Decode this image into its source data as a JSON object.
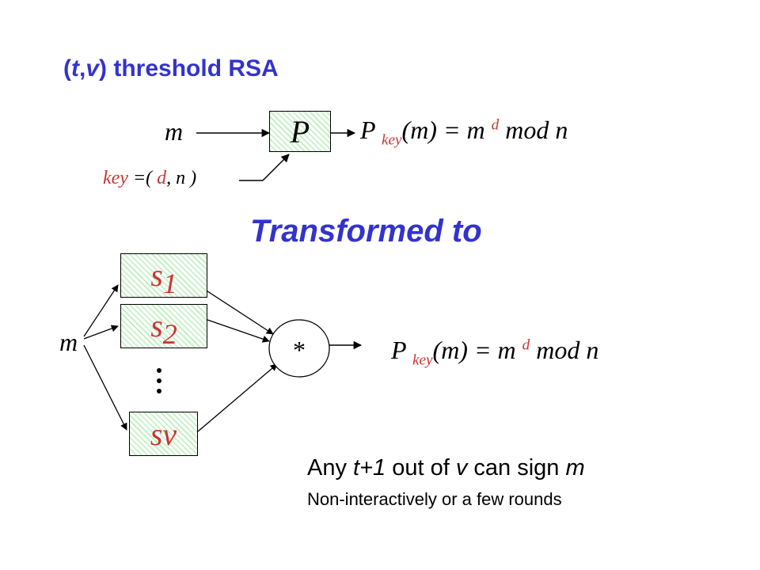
{
  "title": {
    "open": "(",
    "t": "t",
    "comma": ",",
    "v": "v",
    "close": ") threshold RSA"
  },
  "top": {
    "m": "m",
    "P": "P",
    "key_label": "key",
    "key_eq": " =( ",
    "key_d": "d",
    "key_sep": ", n )",
    "out_P": "P",
    "out_key": "key",
    "out_mid": "(m) = m",
    "out_d": "d",
    "out_end": "mod n"
  },
  "transformed": "Transformed to",
  "bottom": {
    "m": "m",
    "s1_base": "s",
    "s1_sub": "1",
    "s2_base": "s",
    "s2_sub": "2",
    "sv": "sv",
    "combiner": "*",
    "out_P": "P",
    "out_key": "key",
    "out_mid": "(m) = m",
    "out_d": "d",
    "out_end": "mod n"
  },
  "notes": {
    "line1_pre": "Any ",
    "line1_t": "t+1",
    "line1_mid": " out of ",
    "line1_v": "v",
    "line1_post": " can sign ",
    "line1_m": "m",
    "line2": "Non-interactively or a few rounds"
  },
  "colors": {
    "accent_blue": "#3333cc",
    "accent_red": "#cc3333",
    "hatch_green": "#b8f0b8"
  }
}
